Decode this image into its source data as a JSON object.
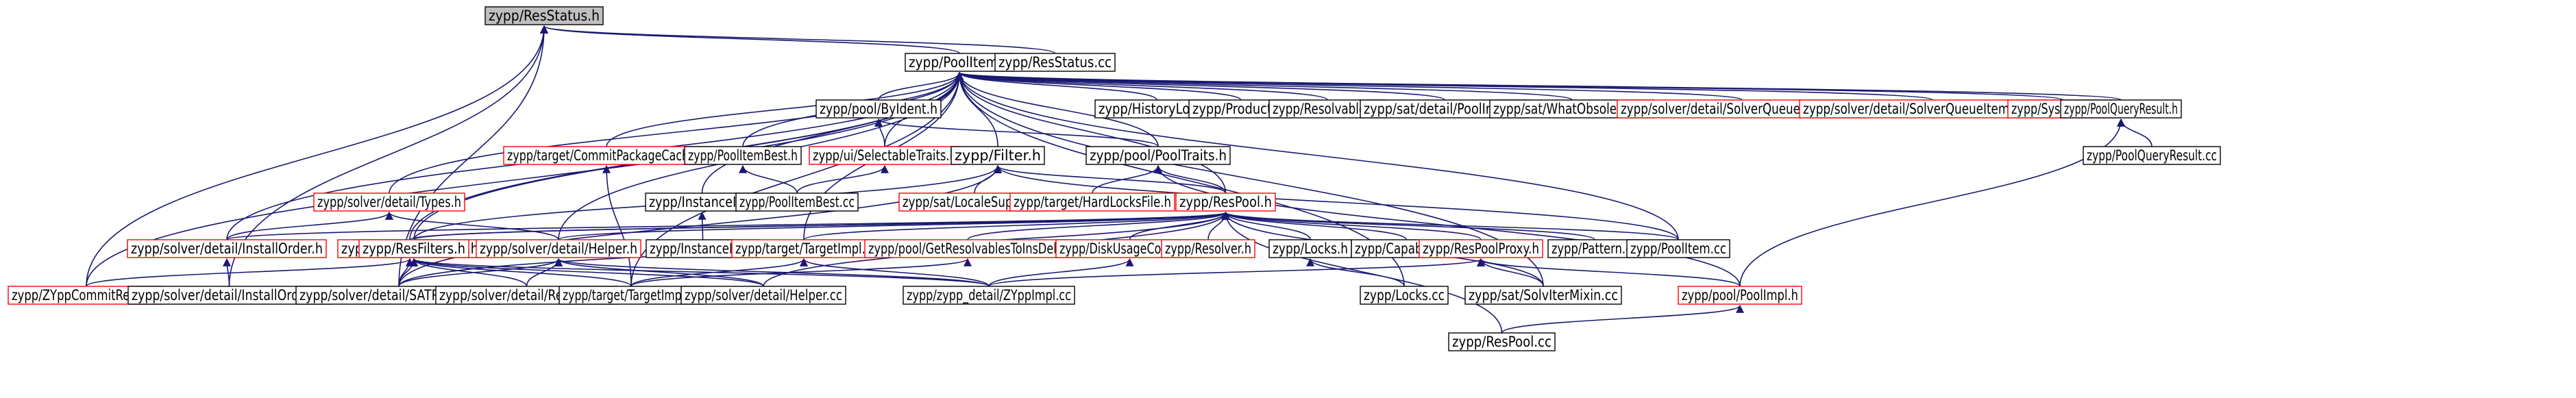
{
  "colors": {
    "edge": "#191970",
    "border_default": "#000000",
    "border_highlight": "#ff0000",
    "root_fill": "#bfbfbf",
    "node_fill": "#ffffff",
    "text": "#000000"
  },
  "nodes": [
    {
      "id": "resstatus_h",
      "label": "zypp/ResStatus.h",
      "style": "root"
    },
    {
      "id": "poolitem_h",
      "label": "zypp/PoolItem.h",
      "style": "normal"
    },
    {
      "id": "resstatus_cc",
      "label": "zypp/ResStatus.cc",
      "style": "normal"
    },
    {
      "id": "pool_byident_h",
      "label": "zypp/pool/ByIdent.h",
      "style": "normal"
    },
    {
      "id": "historylog_cc",
      "label": "zypp/HistoryLog.cc",
      "style": "normal"
    },
    {
      "id": "product_cc",
      "label": "zypp/Product.cc",
      "style": "normal"
    },
    {
      "id": "resolvable_cc",
      "label": "zypp/Resolvable.cc",
      "style": "normal"
    },
    {
      "id": "sat_poolimpl_cc",
      "label": "zypp/sat/detail/PoolImpl.cc",
      "style": "normal"
    },
    {
      "id": "sat_whatobsoletes_cc",
      "label": "zypp/sat/WhatObsoletes.cc",
      "style": "normal"
    },
    {
      "id": "solverqueueitemlock_h",
      "label": "zypp/solver/detail/SolverQueueItemLock.h",
      "style": "highlight"
    },
    {
      "id": "solverqueueitemupdate_h",
      "label": "zypp/solver/detail/SolverQueueItemUpdate.h",
      "style": "highlight"
    },
    {
      "id": "syscontent_h",
      "label": "zypp/SysContent.h",
      "style": "highlight"
    },
    {
      "id": "poolqueryresult_h",
      "label": "zypp/PoolQueryResult.h",
      "style": "normal"
    },
    {
      "id": "poolqueryresult_cc",
      "label": "zypp/PoolQueryResult.cc",
      "style": "normal"
    },
    {
      "id": "commitpackagecache_h",
      "label": "zypp/target/CommitPackageCache.h",
      "style": "highlight"
    },
    {
      "id": "poolitembest_h",
      "label": "zypp/PoolItemBest.h",
      "style": "normal"
    },
    {
      "id": "ui_selectabletraits_h",
      "label": "zypp/ui/SelectableTraits.h",
      "style": "highlight"
    },
    {
      "id": "pooltraits_h",
      "label": "zypp/pool/PoolTraits.h",
      "style": "normal"
    },
    {
      "id": "filter_h",
      "label": "zypp/Filter.h",
      "style": "normal"
    },
    {
      "id": "solver_types_h",
      "label": "zypp/solver/detail/Types.h",
      "style": "highlight"
    },
    {
      "id": "instanceid_h",
      "label": "zypp/InstanceId.h",
      "style": "normal"
    },
    {
      "id": "poolitembest_cc",
      "label": "zypp/PoolItemBest.cc",
      "style": "normal"
    },
    {
      "id": "sat_localesupport_h",
      "label": "zypp/sat/LocaleSupport.h",
      "style": "highlight"
    },
    {
      "id": "hardlocksfile_h",
      "label": "zypp/target/HardLocksFile.h",
      "style": "highlight"
    },
    {
      "id": "respool_h",
      "label": "zypp/ResPool.h",
      "style": "highlight"
    },
    {
      "id": "installorder_h",
      "label": "zypp/solver/detail/InstallOrder.h",
      "style": "highlight"
    },
    {
      "id": "sat_transaction_h",
      "label": "zypp/sat/Transaction.h",
      "style": "highlight"
    },
    {
      "id": "resfilters_h",
      "label": "zypp/ResFilters.h",
      "style": "highlight"
    },
    {
      "id": "solver_helper_h",
      "label": "zypp/solver/detail/Helper.h",
      "style": "highlight"
    },
    {
      "id": "instanceid_cc",
      "label": "zypp/InstanceId.cc",
      "style": "normal"
    },
    {
      "id": "targetimpl_h",
      "label": "zypp/target/TargetImpl.h",
      "style": "highlight"
    },
    {
      "id": "getresolvablestoinsdel_h",
      "label": "zypp/pool/GetResolvablesToInsDel.h",
      "style": "highlight"
    },
    {
      "id": "diskusagecounter_h",
      "label": "zypp/DiskUsageCounter.h",
      "style": "highlight"
    },
    {
      "id": "resolver_h",
      "label": "zypp/Resolver.h",
      "style": "highlight"
    },
    {
      "id": "locks_h",
      "label": "zypp/Locks.h",
      "style": "normal"
    },
    {
      "id": "capability_cc",
      "label": "zypp/Capability.cc",
      "style": "normal"
    },
    {
      "id": "respoolproxy_h",
      "label": "zypp/ResPoolProxy.h",
      "style": "highlight"
    },
    {
      "id": "pattern_cc",
      "label": "zypp/Pattern.cc",
      "style": "normal"
    },
    {
      "id": "poolitem_cc",
      "label": "zypp/PoolItem.cc",
      "style": "normal"
    },
    {
      "id": "zyppcommitresult_h",
      "label": "zypp/ZYppCommitResult.h",
      "style": "highlight"
    },
    {
      "id": "installorder_cc",
      "label": "zypp/solver/detail/InstallOrder.cc",
      "style": "normal"
    },
    {
      "id": "satresolver_cc",
      "label": "zypp/solver/detail/SATResolver.cc",
      "style": "normal"
    },
    {
      "id": "solver_resolver_cc",
      "label": "zypp/solver/detail/Resolver.cc",
      "style": "normal"
    },
    {
      "id": "targetimpl_cc",
      "label": "zypp/target/TargetImpl.cc",
      "style": "normal"
    },
    {
      "id": "solver_helper_cc",
      "label": "zypp/solver/detail/Helper.cc",
      "style": "normal"
    },
    {
      "id": "zyppimpl_cc",
      "label": "zypp/zypp_detail/ZYppImpl.cc",
      "style": "normal"
    },
    {
      "id": "locks_cc",
      "label": "zypp/Locks.cc",
      "style": "normal"
    },
    {
      "id": "solvitermixin_cc",
      "label": "zypp/sat/SolvIterMixin.cc",
      "style": "normal"
    },
    {
      "id": "poolimpl_h",
      "label": "zypp/pool/PoolImpl.h",
      "style": "highlight"
    },
    {
      "id": "respool_cc",
      "label": "zypp/ResPool.cc",
      "style": "normal"
    }
  ]
}
